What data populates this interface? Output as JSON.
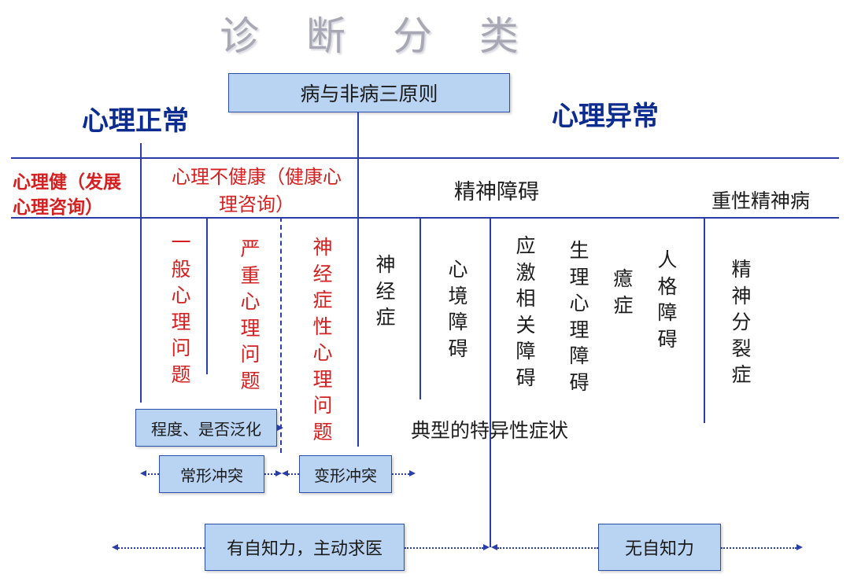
{
  "title": "诊 断 分 类",
  "principle_box": "病与非病三原则",
  "normal_head": "心理正常",
  "abnormal_head": "心理异常",
  "healthy_label": "心理健（发展心理咨询）",
  "unhealthy_label": "心理不健康（健康心理咨询）",
  "mental_disorder_label": "精神障碍",
  "severe_label": "重性精神病",
  "columns": [
    {
      "text": "一般心理问题"
    },
    {
      "text": "严重心理问题"
    },
    {
      "text": "神经症性心理问题"
    },
    {
      "text": "神经症"
    },
    {
      "text": "心境障碍"
    },
    {
      "text": "应激相关障碍"
    },
    {
      "text": "生理心理障碍"
    },
    {
      "text": "癔症"
    },
    {
      "text": "人格障碍"
    },
    {
      "text": "精神分裂症"
    }
  ],
  "degree_box": "程度、是否泛化",
  "typical_label": "典型的特异性症状",
  "regular_conflict": "常形冲突",
  "deformed_conflict": "变形冲突",
  "insight_box": "有自知力，主动求医",
  "no_insight_box": "无自知力",
  "colors": {
    "line": "#2a3fa5",
    "box_fill": "#b9d4f3",
    "red": "#d42020",
    "head_blue": "#0c2c8f"
  }
}
